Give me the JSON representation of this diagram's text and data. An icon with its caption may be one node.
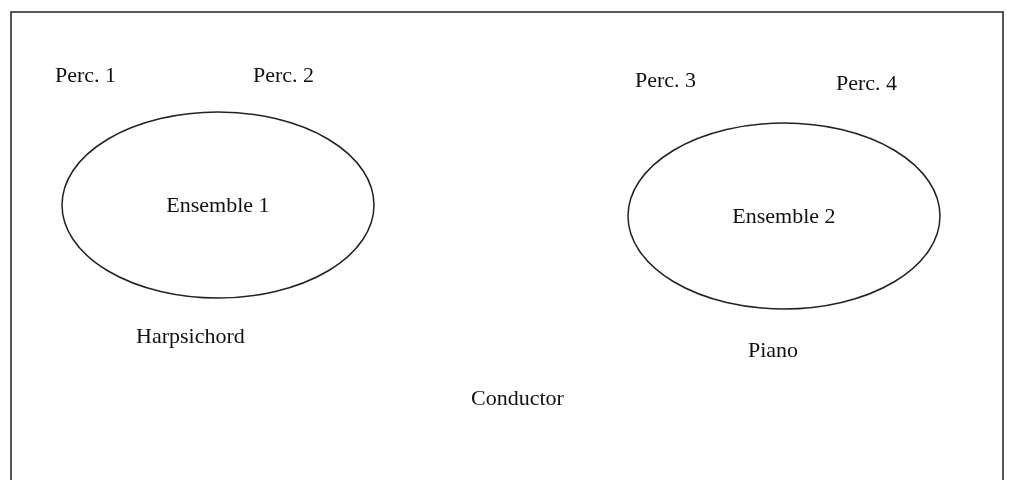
{
  "diagram": {
    "nodes": [
      {
        "text": [
          "Ensemble 1"
        ]
      },
      {
        "text": [
          "Ensemble 2"
        ]
      }
    ],
    "labels": [
      "Perc. 1",
      "Perc. 2",
      "Perc. 3",
      "Perc. 4",
      "Harpsichord",
      "Piano",
      "Conductor"
    ]
  }
}
